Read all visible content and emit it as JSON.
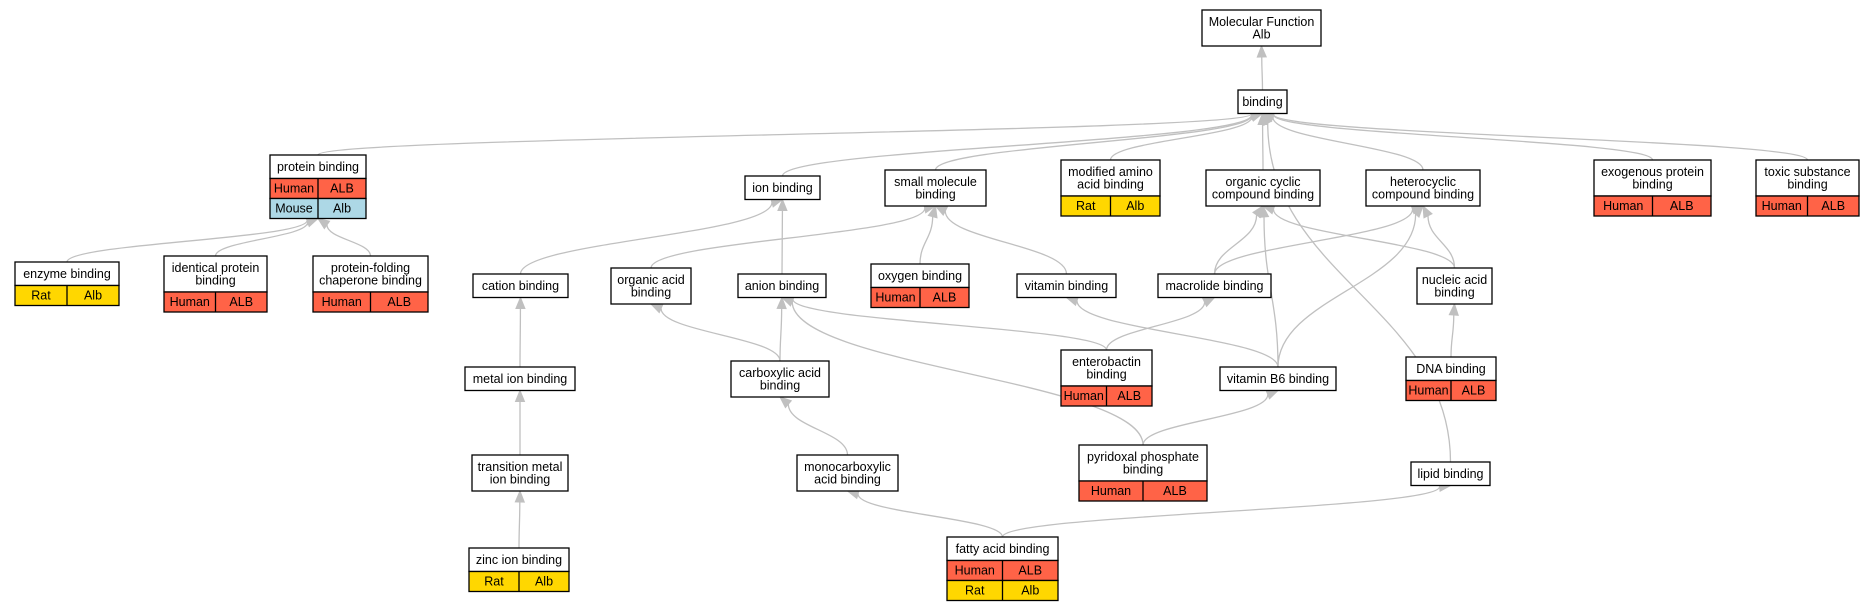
{
  "colors": {
    "Human": "#ff6347",
    "Rat": "#ffd700",
    "Mouse": "#add8e6"
  },
  "nodes": [
    {
      "id": "mf",
      "lines": [
        "Molecular Function",
        "Alb"
      ],
      "rows": []
    },
    {
      "id": "binding",
      "lines": [
        "binding"
      ],
      "rows": []
    },
    {
      "id": "protein",
      "lines": [
        "protein binding"
      ],
      "rows": [
        [
          "Human",
          "ALB"
        ],
        [
          "Mouse",
          "Alb"
        ]
      ]
    },
    {
      "id": "ion",
      "lines": [
        "ion binding"
      ],
      "rows": []
    },
    {
      "id": "smallmol",
      "lines": [
        "small molecule",
        "binding"
      ],
      "rows": []
    },
    {
      "id": "modaa",
      "lines": [
        "modified amino",
        "acid binding"
      ],
      "rows": [
        [
          "Rat",
          "Alb"
        ]
      ]
    },
    {
      "id": "orgcyc",
      "lines": [
        "organic cyclic",
        "compound binding"
      ],
      "rows": []
    },
    {
      "id": "hetcyc",
      "lines": [
        "heterocyclic",
        "compound binding"
      ],
      "rows": []
    },
    {
      "id": "exoprot",
      "lines": [
        "exogenous protein",
        "binding"
      ],
      "rows": [
        [
          "Human",
          "ALB"
        ]
      ]
    },
    {
      "id": "toxic",
      "lines": [
        "toxic substance",
        "binding"
      ],
      "rows": [
        [
          "Human",
          "ALB"
        ]
      ]
    },
    {
      "id": "enzyme",
      "lines": [
        "enzyme binding"
      ],
      "rows": [
        [
          "Rat",
          "Alb"
        ]
      ]
    },
    {
      "id": "identprot",
      "lines": [
        "identical protein",
        "binding"
      ],
      "rows": [
        [
          "Human",
          "ALB"
        ]
      ]
    },
    {
      "id": "chaperone",
      "lines": [
        "protein-folding",
        "chaperone binding"
      ],
      "rows": [
        [
          "Human",
          "ALB"
        ]
      ]
    },
    {
      "id": "cation",
      "lines": [
        "cation binding"
      ],
      "rows": []
    },
    {
      "id": "orgacid",
      "lines": [
        "organic acid",
        "binding"
      ],
      "rows": []
    },
    {
      "id": "anion",
      "lines": [
        "anion binding"
      ],
      "rows": []
    },
    {
      "id": "oxygen",
      "lines": [
        "oxygen binding"
      ],
      "rows": [
        [
          "Human",
          "ALB"
        ]
      ]
    },
    {
      "id": "vitamin",
      "lines": [
        "vitamin binding"
      ],
      "rows": []
    },
    {
      "id": "macrolide",
      "lines": [
        "macrolide binding"
      ],
      "rows": []
    },
    {
      "id": "nucleic",
      "lines": [
        "nucleic acid",
        "binding"
      ],
      "rows": []
    },
    {
      "id": "metalion",
      "lines": [
        "metal ion binding"
      ],
      "rows": []
    },
    {
      "id": "carbox",
      "lines": [
        "carboxylic acid",
        "binding"
      ],
      "rows": []
    },
    {
      "id": "entero",
      "lines": [
        "enterobactin",
        "binding"
      ],
      "rows": [
        [
          "Human",
          "ALB"
        ]
      ]
    },
    {
      "id": "vitb6",
      "lines": [
        "vitamin B6 binding"
      ],
      "rows": []
    },
    {
      "id": "dna",
      "lines": [
        "DNA binding"
      ],
      "rows": [
        [
          "Human",
          "ALB"
        ]
      ]
    },
    {
      "id": "transmetal",
      "lines": [
        "transition metal",
        "ion binding"
      ],
      "rows": []
    },
    {
      "id": "monocarb",
      "lines": [
        "monocarboxylic",
        "acid binding"
      ],
      "rows": []
    },
    {
      "id": "pyridoxal",
      "lines": [
        "pyridoxal phosphate",
        "binding"
      ],
      "rows": [
        [
          "Human",
          "ALB"
        ]
      ]
    },
    {
      "id": "lipid",
      "lines": [
        "lipid binding"
      ],
      "rows": []
    },
    {
      "id": "zinc",
      "lines": [
        "zinc ion binding"
      ],
      "rows": [
        [
          "Rat",
          "Alb"
        ]
      ]
    },
    {
      "id": "fatty",
      "lines": [
        "fatty acid binding"
      ],
      "rows": [
        [
          "Human",
          "ALB"
        ],
        [
          "Rat",
          "Alb"
        ]
      ]
    }
  ],
  "edges": [
    [
      "binding",
      "mf"
    ],
    [
      "protein",
      "binding"
    ],
    [
      "ion",
      "binding"
    ],
    [
      "smallmol",
      "binding"
    ],
    [
      "modaa",
      "binding"
    ],
    [
      "orgcyc",
      "binding"
    ],
    [
      "hetcyc",
      "binding"
    ],
    [
      "exoprot",
      "binding"
    ],
    [
      "toxic",
      "binding"
    ],
    [
      "lipid",
      "binding"
    ],
    [
      "enzyme",
      "protein"
    ],
    [
      "identprot",
      "protein"
    ],
    [
      "chaperone",
      "protein"
    ],
    [
      "cation",
      "ion"
    ],
    [
      "anion",
      "ion"
    ],
    [
      "orgacid",
      "smallmol"
    ],
    [
      "oxygen",
      "smallmol"
    ],
    [
      "vitamin",
      "smallmol"
    ],
    [
      "macrolide",
      "orgcyc"
    ],
    [
      "macrolide",
      "hetcyc"
    ],
    [
      "nucleic",
      "orgcyc"
    ],
    [
      "nucleic",
      "hetcyc"
    ],
    [
      "vitb6",
      "orgcyc"
    ],
    [
      "vitb6",
      "hetcyc"
    ],
    [
      "metalion",
      "cation"
    ],
    [
      "carbox",
      "orgacid"
    ],
    [
      "carbox",
      "anion"
    ],
    [
      "entero",
      "anion"
    ],
    [
      "entero",
      "macrolide"
    ],
    [
      "vitb6",
      "vitamin"
    ],
    [
      "dna",
      "nucleic"
    ],
    [
      "transmetal",
      "metalion"
    ],
    [
      "monocarb",
      "carbox"
    ],
    [
      "pyridoxal",
      "anion"
    ],
    [
      "pyridoxal",
      "vitb6"
    ],
    [
      "zinc",
      "transmetal"
    ],
    [
      "fatty",
      "monocarb"
    ],
    [
      "fatty",
      "lipid"
    ]
  ]
}
